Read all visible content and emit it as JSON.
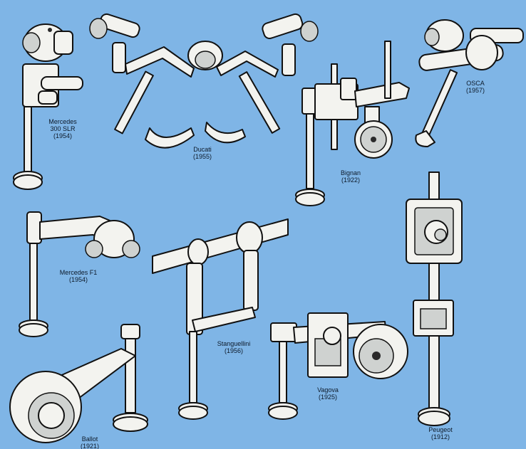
{
  "labels": [
    {
      "id": "mercedes-300slr",
      "lines": [
        "Mercedes",
        "300 SLR",
        "(1954)"
      ]
    },
    {
      "id": "ducati",
      "lines": [
        "Ducati",
        "(1955)"
      ]
    },
    {
      "id": "bignan",
      "lines": [
        "Bignan",
        "(1922)"
      ]
    },
    {
      "id": "osca",
      "lines": [
        "OSCA",
        "(1957)"
      ]
    },
    {
      "id": "mercedes-f1",
      "lines": [
        "Mercedes F1",
        "(1954)"
      ]
    },
    {
      "id": "stanguellini",
      "lines": [
        "Stanguellini",
        "(1956)"
      ]
    },
    {
      "id": "vagova",
      "lines": [
        "Vagova",
        "(1925)"
      ]
    },
    {
      "id": "ballot",
      "lines": [
        "Ballot",
        "(1921)"
      ]
    },
    {
      "id": "peugeot",
      "lines": [
        "Peugeot",
        "(1912)"
      ]
    }
  ],
  "colors": {
    "background": "#7fb5e6",
    "metal": "#f3f3ef",
    "ink": "#111111"
  }
}
